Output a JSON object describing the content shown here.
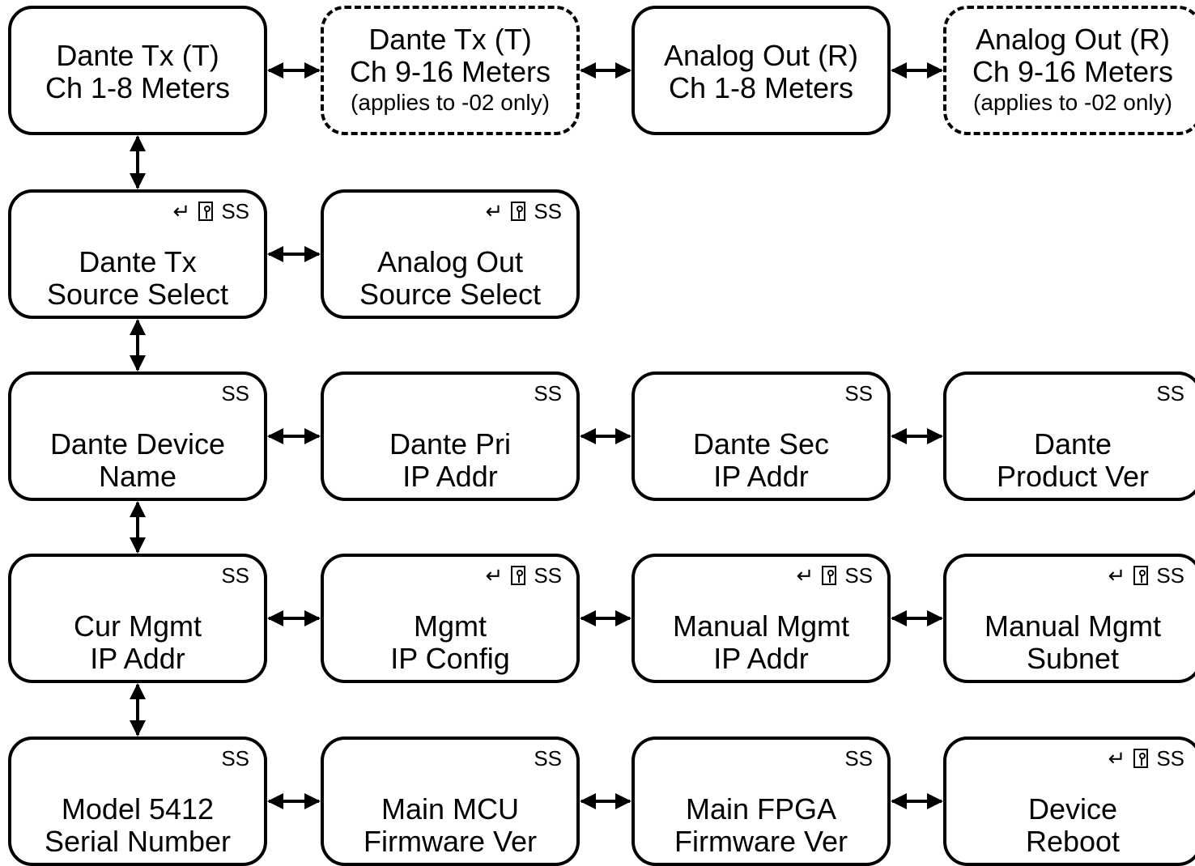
{
  "diagram": {
    "nodes": [
      {
        "id": "dante-tx-ch-1-8-meters",
        "lines": [
          "Dante Tx (T)",
          "Ch 1-8 Meters"
        ],
        "note": "",
        "dashed": false,
        "tags": {
          "enter": false,
          "lock": false,
          "ss": ""
        }
      },
      {
        "id": "dante-tx-ch-9-16-meters",
        "lines": [
          "Dante Tx (T)",
          "Ch 9-16 Meters"
        ],
        "note": "(applies to -02 only)",
        "dashed": true,
        "tags": {
          "enter": false,
          "lock": false,
          "ss": ""
        }
      },
      {
        "id": "analog-out-ch-1-8-meters",
        "lines": [
          "Analog Out (R)",
          "Ch 1-8 Meters"
        ],
        "note": "",
        "dashed": false,
        "tags": {
          "enter": false,
          "lock": false,
          "ss": ""
        }
      },
      {
        "id": "analog-out-ch-9-16-meters",
        "lines": [
          "Analog Out (R)",
          "Ch 9-16 Meters"
        ],
        "note": "(applies to -02 only)",
        "dashed": true,
        "tags": {
          "enter": false,
          "lock": false,
          "ss": ""
        }
      },
      {
        "id": "dante-tx-source-select",
        "lines": [
          "Dante Tx",
          "Source Select"
        ],
        "note": "",
        "dashed": false,
        "tags": {
          "enter": true,
          "lock": true,
          "ss": "SS"
        }
      },
      {
        "id": "analog-out-source-select",
        "lines": [
          "Analog Out",
          "Source Select"
        ],
        "note": "",
        "dashed": false,
        "tags": {
          "enter": true,
          "lock": true,
          "ss": "SS"
        }
      },
      {
        "id": "dante-device-name",
        "lines": [
          "Dante Device",
          "Name"
        ],
        "note": "",
        "dashed": false,
        "tags": {
          "enter": false,
          "lock": false,
          "ss": "SS"
        }
      },
      {
        "id": "dante-pri-ip-addr",
        "lines": [
          "Dante Pri",
          "IP Addr"
        ],
        "note": "",
        "dashed": false,
        "tags": {
          "enter": false,
          "lock": false,
          "ss": "SS"
        }
      },
      {
        "id": "dante-sec-ip-addr",
        "lines": [
          "Dante Sec",
          "IP Addr"
        ],
        "note": "",
        "dashed": false,
        "tags": {
          "enter": false,
          "lock": false,
          "ss": "SS"
        }
      },
      {
        "id": "dante-product-ver",
        "lines": [
          "Dante",
          "Product Ver"
        ],
        "note": "",
        "dashed": false,
        "tags": {
          "enter": false,
          "lock": false,
          "ss": "SS"
        }
      },
      {
        "id": "cur-mgmt-ip-addr",
        "lines": [
          "Cur Mgmt",
          "IP Addr"
        ],
        "note": "",
        "dashed": false,
        "tags": {
          "enter": false,
          "lock": false,
          "ss": "SS"
        }
      },
      {
        "id": "mgmt-ip-config",
        "lines": [
          "Mgmt",
          "IP Config"
        ],
        "note": "",
        "dashed": false,
        "tags": {
          "enter": true,
          "lock": true,
          "ss": "SS"
        }
      },
      {
        "id": "manual-mgmt-ip-addr",
        "lines": [
          "Manual Mgmt",
          "IP Addr"
        ],
        "note": "",
        "dashed": false,
        "tags": {
          "enter": true,
          "lock": true,
          "ss": "SS"
        }
      },
      {
        "id": "manual-mgmt-subnet",
        "lines": [
          "Manual Mgmt",
          "Subnet"
        ],
        "note": "",
        "dashed": false,
        "tags": {
          "enter": true,
          "lock": true,
          "ss": "SS"
        }
      },
      {
        "id": "model-5412-serial-number",
        "lines": [
          "Model 5412",
          "Serial Number"
        ],
        "note": "",
        "dashed": false,
        "tags": {
          "enter": false,
          "lock": false,
          "ss": "SS"
        }
      },
      {
        "id": "main-mcu-firmware-ver",
        "lines": [
          "Main MCU",
          "Firmware Ver"
        ],
        "note": "",
        "dashed": false,
        "tags": {
          "enter": false,
          "lock": false,
          "ss": "SS"
        }
      },
      {
        "id": "main-fpga-firmware-ver",
        "lines": [
          "Main FPGA",
          "Firmware Ver"
        ],
        "note": "",
        "dashed": false,
        "tags": {
          "enter": false,
          "lock": false,
          "ss": "SS"
        }
      },
      {
        "id": "device-reboot",
        "lines": [
          "Device",
          "Reboot"
        ],
        "note": "",
        "dashed": false,
        "tags": {
          "enter": true,
          "lock": true,
          "ss": "SS"
        }
      }
    ],
    "icons": {
      "enter": "enter-arrow-icon",
      "lock": "lock-icon"
    },
    "colors": {
      "stroke": "#000000",
      "background": "#ffffff"
    }
  }
}
